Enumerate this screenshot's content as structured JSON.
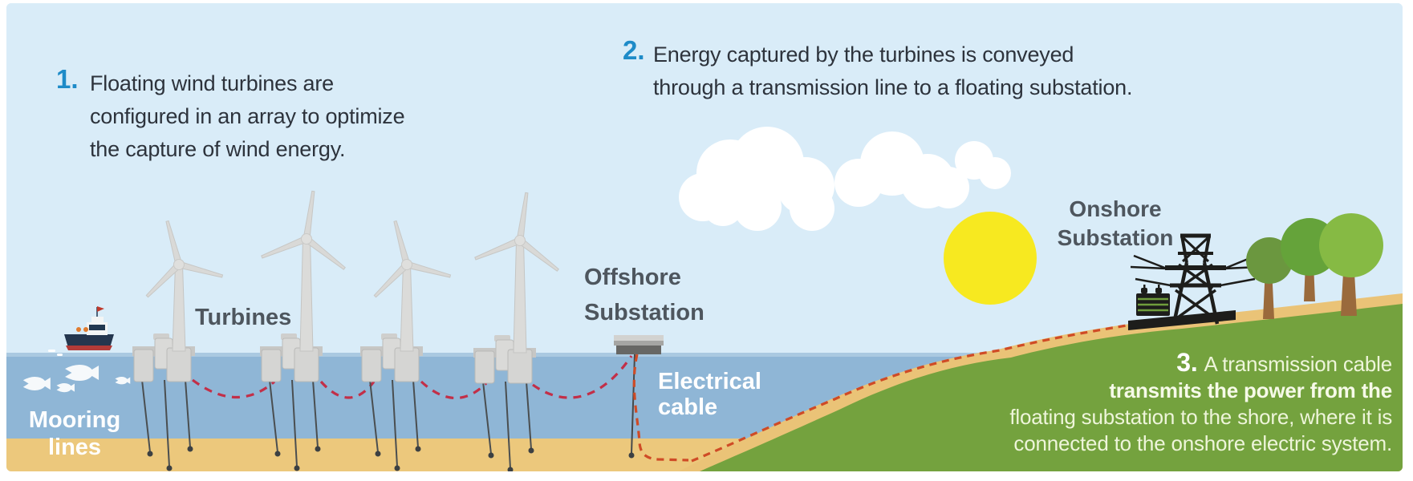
{
  "figure": {
    "title_hidden": "",
    "steps": {
      "step1": {
        "number": "1.",
        "lines": [
          "Floating wind turbines are",
          "configured in an array to optimize",
          "the capture of wind energy."
        ]
      },
      "step2": {
        "number": "2.",
        "lines": [
          "Energy captured by the turbines is conveyed",
          "through a transmission line to a floating substation."
        ]
      },
      "step3": {
        "number": "3.",
        "line1": "A transmission cable",
        "line2_bold": "transmits the power from the",
        "line3": "floating substation to the shore, where it is",
        "line4": "connected to the onshore electric system."
      }
    },
    "labels": {
      "turbines": "Turbines",
      "mooring_line1": "Mooring",
      "mooring_line2": "lines",
      "offshore_line1": "Offshore",
      "offshore_line2": "Substation",
      "electrical_line1": "Electrical",
      "electrical_line2": "cable",
      "onshore_line1": "Onshore",
      "onshore_line2": "Substation"
    },
    "colors": {
      "accent_blue": "#1e8bc8",
      "sky": "#d9ecf8",
      "sea": "#8fb6d6",
      "sand": "#ecc87c",
      "hill_green": "#74a23e",
      "array_cable_red": "#c22f48",
      "export_cable_orange": "#cf4b26",
      "label_gray": "#4e565e",
      "step3_text": "#eef5da",
      "sun_yellow": "#f7e920"
    }
  }
}
